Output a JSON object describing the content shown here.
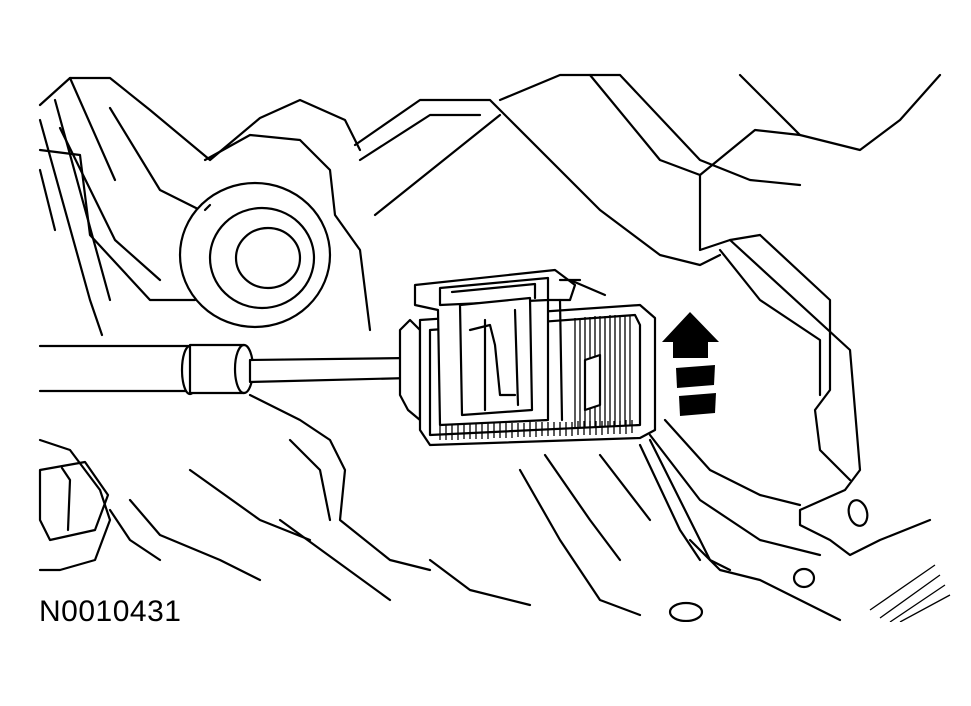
{
  "figure": {
    "id_label": "N0010431",
    "subject": "shift-cable-end-connector",
    "arrow_direction": "up",
    "arrow_style": "solid-head-with-dashed-tail",
    "colors": {
      "line": "#000000",
      "background": "#ffffff",
      "arrow": "#000000"
    }
  }
}
